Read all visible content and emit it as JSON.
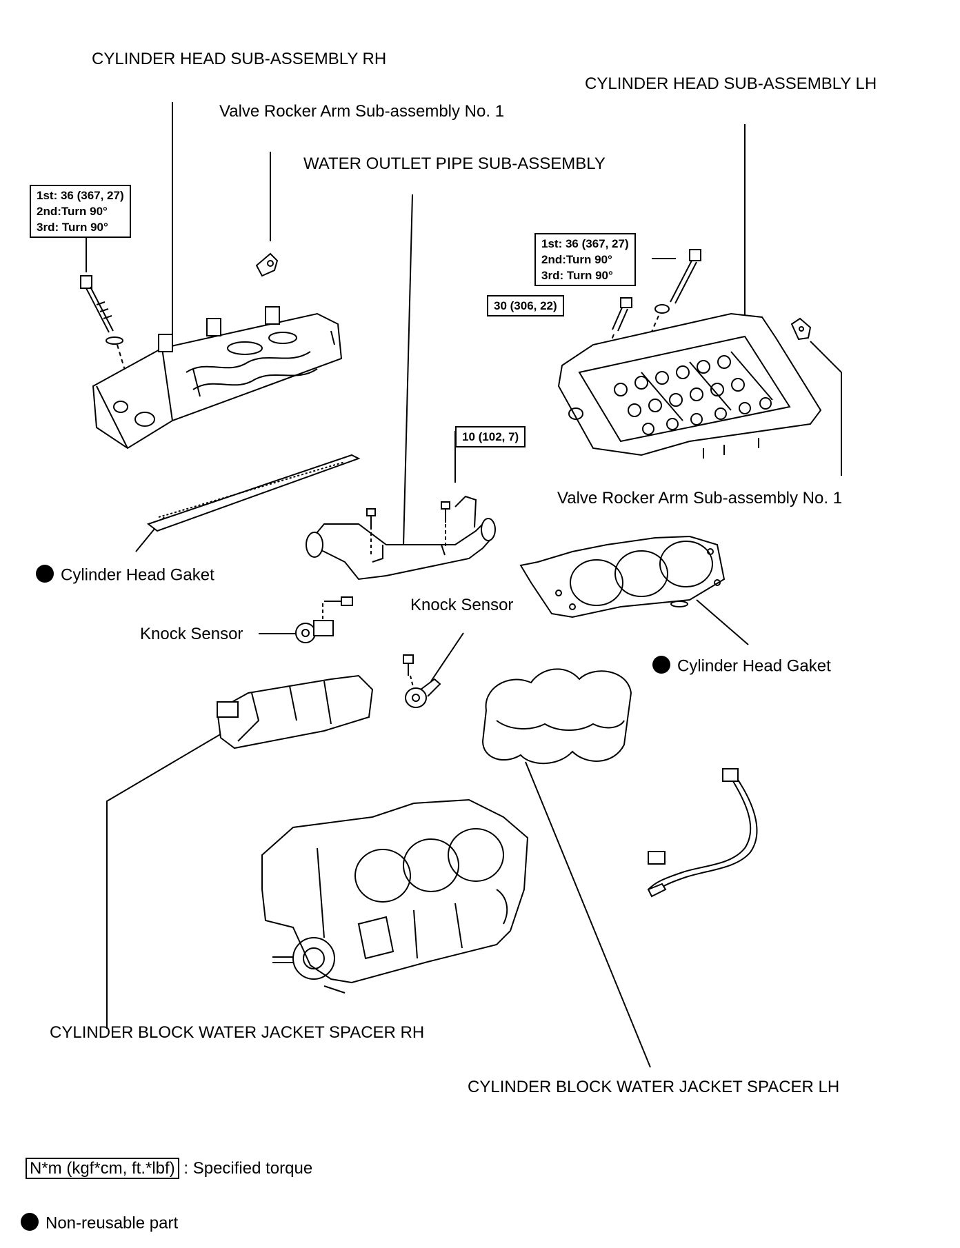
{
  "labels": {
    "cyl_head_rh": "CYLINDER HEAD SUB-ASSEMBLY RH",
    "cyl_head_lh": "CYLINDER HEAD SUB-ASSEMBLY LH",
    "rocker_arm_top": "Valve Rocker Arm Sub-assembly No. 1",
    "water_outlet": "WATER OUTLET PIPE SUB-ASSEMBLY",
    "rocker_arm_right": "Valve Rocker Arm Sub-assembly No. 1",
    "gasket_left": "Cylinder Head Gaket",
    "gasket_right": "Cylinder Head Gaket",
    "knock_sensor_left": "Knock Sensor",
    "knock_sensor_center": "Knock Sensor",
    "spacer_rh": "CYLINDER BLOCK WATER JACKET SPACER RH",
    "spacer_lh": "CYLINDER BLOCK WATER JACKET SPACER LH"
  },
  "torque_specs": {
    "rh_head_bolt": [
      "1st: 36 (367, 27)",
      "2nd:Turn 90°",
      "3rd: Turn 90°"
    ],
    "lh_head_bolt": [
      "1st: 36 (367, 27)",
      "2nd:Turn 90°",
      "3rd: Turn 90°"
    ],
    "lh_small_bolt": "30 (306, 22)",
    "pipe_bolt": "10 (102, 7)"
  },
  "legend": {
    "torque_unit": "N*m (kgf*cm, ft.*lbf)",
    "torque_desc": ": Specified torque",
    "nonreusable": "Non-reusable part"
  }
}
